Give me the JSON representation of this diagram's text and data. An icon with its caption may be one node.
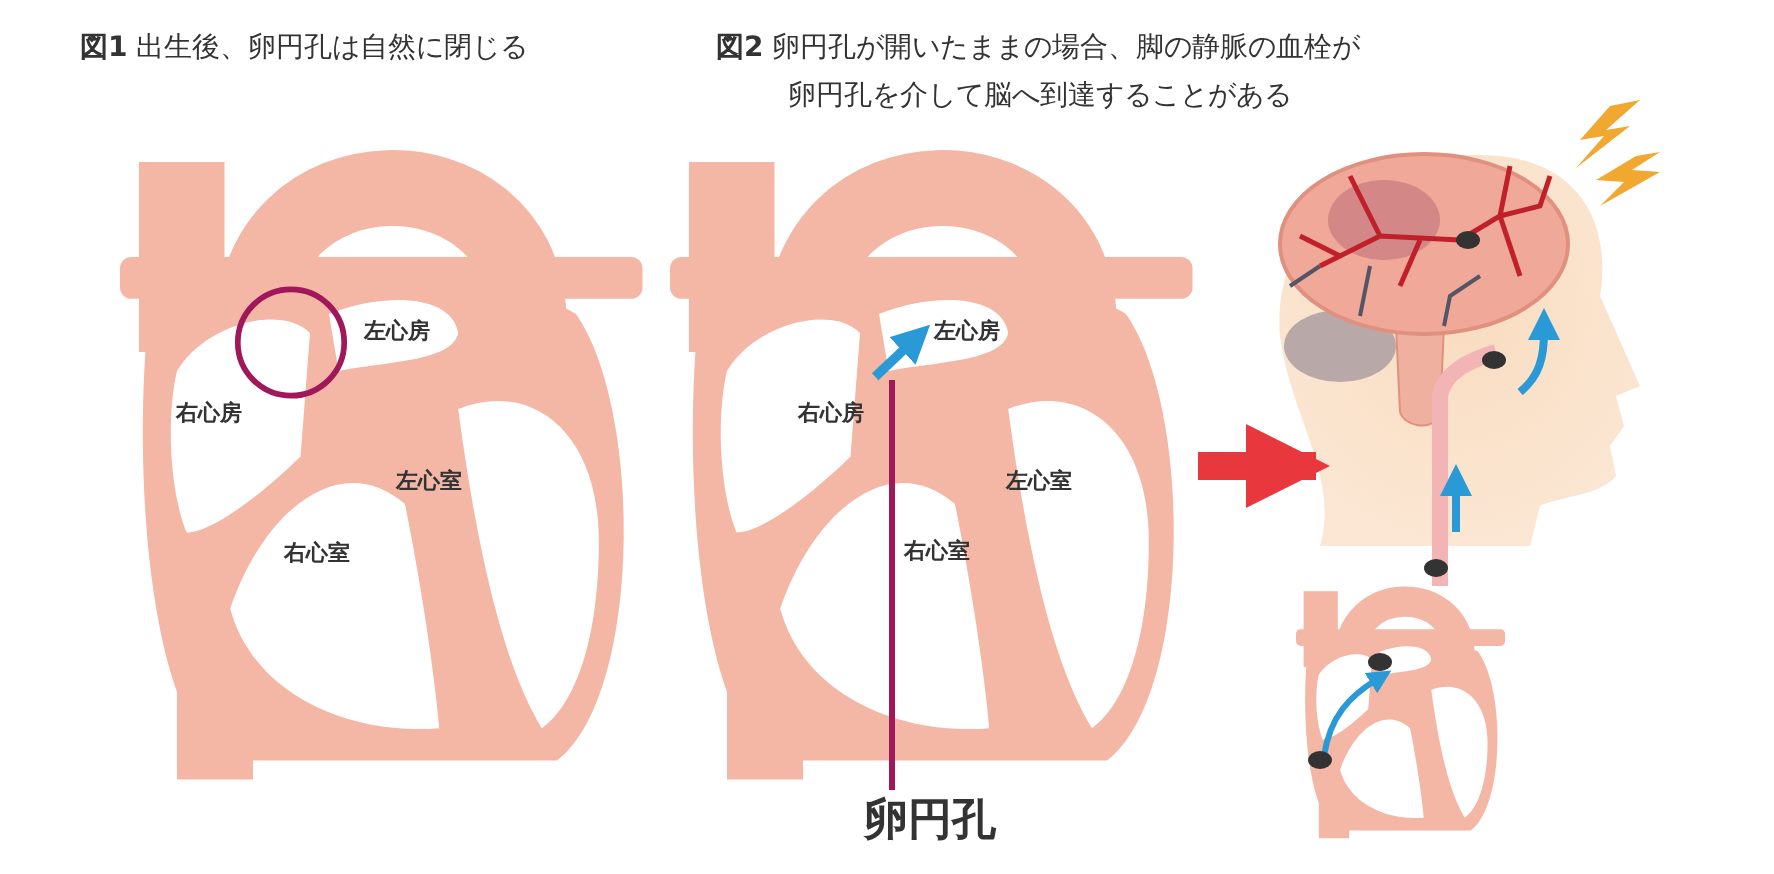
{
  "diagram": {
    "nodes": [
      {
        "text": [],
        "shape": "picture"
      },
      {
        "text": [],
        "shape": "picture"
      },
      {
        "text": [],
        "shape": "picture"
      },
      {
        "text": [
          "卵円孔"
        ]
      }
    ],
    "edges": [
      {
        "from": 1,
        "to": 2,
        "arrow": "to",
        "style": "thick",
        "color": "#e8383d"
      },
      {
        "from": 3,
        "to": 1,
        "arrow": "none",
        "color": "#a0175a"
      }
    ],
    "labels": [
      "**図1** 出生後、卵円孔は自然に閉じる",
      "**図2** 卵円孔が開いたままの場合、脚の静脈の血栓が卵円孔を介して脳へ到達することがある",
      "左心房",
      "右心房",
      "左心室",
      "右心室",
      "左心房",
      "右心房",
      "左心室",
      "右心室"
    ]
  }
}
